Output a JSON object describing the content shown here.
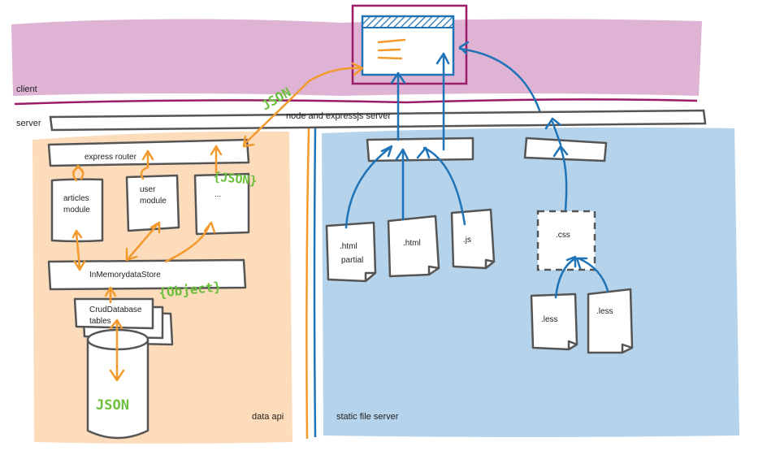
{
  "zones": {
    "client": "client",
    "server": "server",
    "data_api": "data api",
    "static_file_server": "static file server"
  },
  "server_bar_label": "node and expressjs server",
  "data_api": {
    "router_label": "express router",
    "articles_module": [
      "articles",
      "module"
    ],
    "user_module": [
      "user",
      "module"
    ],
    "other_module": "...",
    "store_label": "InMemorydataStore",
    "crud_label": [
      "CrudDatabase",
      "tables"
    ]
  },
  "static_files": {
    "html_partial": [
      ".html",
      "partial"
    ],
    "html": ".html",
    "js": ".js",
    "css": ".css",
    "less_1": ".less",
    "less_2": ".less"
  },
  "handwritten": {
    "json_top": "JSON",
    "json_mid": "{JSON}",
    "object": "{Object}",
    "json_bottom": "JSON"
  },
  "colors": {
    "client_zone": "#dfb3d3",
    "client_divider": "#9b1b66",
    "data_api_zone": "#fcdcbb",
    "static_zone": "#b5d3ea",
    "request_arrows": "#1f73b7",
    "data_arrows": "#f29a2e",
    "annotation_text": "#6cbf3c",
    "boxes": "#555555"
  }
}
